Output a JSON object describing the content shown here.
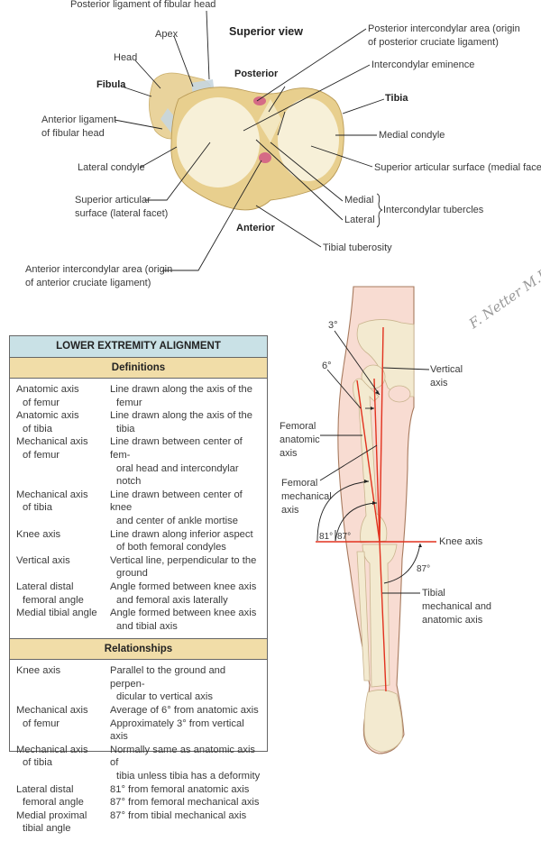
{
  "top_figure": {
    "title": "Superior view",
    "orientation": {
      "posterior": "Posterior",
      "anterior": "Anterior"
    },
    "labels": {
      "posterior_ligament_fibular_head": "Posterior ligament of fibular head",
      "apex": "Apex",
      "head": "Head",
      "fibula": "Fibula",
      "anterior_ligament_1": "Anterior ligament",
      "anterior_ligament_2": "of fibular head",
      "lateral_condyle": "Lateral condyle",
      "sup_art_lat_1": "Superior articular",
      "sup_art_lat_2": "surface (lateral facet)",
      "ant_ic_area_1": "Anterior intercondylar area (origin",
      "ant_ic_area_2": "of anterior cruciate ligament)",
      "post_ic_area_1": "Posterior intercondylar area (origin",
      "post_ic_area_2": "of posterior cruciate ligament)",
      "ic_eminence": "Intercondylar eminence",
      "tibia": "Tibia",
      "medial_condyle": "Medial condyle",
      "sup_art_med": "Superior articular surface (medial facet)",
      "medial": "Medial",
      "lateral": "Lateral",
      "ic_tubercles": "Intercondylar tubercles",
      "tibial_tuberosity": "Tibial tuberosity"
    }
  },
  "table": {
    "title": "LOWER EXTREMITY ALIGNMENT",
    "sections": [
      {
        "heading": "Definitions",
        "rows": [
          {
            "term": [
              "Anatomic axis",
              "of femur"
            ],
            "desc": [
              "Line drawn along the axis of the",
              "femur"
            ]
          },
          {
            "term": [
              "Anatomic axis",
              "of tibia"
            ],
            "desc": [
              "Line drawn along the axis of the",
              "tibia"
            ]
          },
          {
            "term": [
              "Mechanical axis",
              "of femur"
            ],
            "desc": [
              "Line drawn between center of fem-",
              "oral head and intercondylar notch"
            ]
          },
          {
            "term": [
              "Mechanical axis",
              "of tibia"
            ],
            "desc": [
              "Line drawn between center of knee",
              "and center of ankle mortise"
            ]
          },
          {
            "term": [
              "Knee axis",
              ""
            ],
            "desc": [
              "Line drawn along inferior aspect",
              "of both femoral condyles"
            ]
          },
          {
            "term": [
              "Vertical axis",
              ""
            ],
            "desc": [
              "Vertical line, perpendicular to the",
              "ground"
            ]
          },
          {
            "term": [
              "Lateral distal",
              "femoral angle"
            ],
            "desc": [
              "Angle formed between knee axis",
              "and femoral axis laterally"
            ]
          },
          {
            "term": [
              "Medial tibial angle",
              ""
            ],
            "desc": [
              "Angle formed between knee axis",
              "and tibial axis"
            ]
          }
        ]
      },
      {
        "heading": "Relationships",
        "rows": [
          {
            "term": [
              "Knee axis",
              ""
            ],
            "desc": [
              "Parallel to the ground and perpen-",
              "dicular to vertical axis"
            ]
          },
          {
            "term": [
              "Mechanical axis",
              "of femur"
            ],
            "desc": [
              "Average of 6° from anatomic axis",
              "Approximately 3° from vertical axis"
            ]
          },
          {
            "term": [
              "Mechanical axis",
              "of tibia"
            ],
            "desc": [
              "Normally same as anatomic axis of",
              "tibia unless tibia has a deformity"
            ]
          },
          {
            "term": [
              "Lateral distal",
              "femoral angle"
            ],
            "desc": [
              "81° from femoral anatomic axis",
              "87° from femoral mechanical axis"
            ]
          },
          {
            "term": [
              "Medial proximal",
              "tibial angle"
            ],
            "desc": [
              "87° from tibial mechanical axis",
              ""
            ]
          }
        ]
      }
    ]
  },
  "leg_figure": {
    "angle_3": "3°",
    "angle_6": "6°",
    "vertical_axis": [
      "Vertical",
      "axis"
    ],
    "femoral_anatomic_axis": [
      "Femoral",
      "anatomic",
      "axis"
    ],
    "femoral_mechanical_axis": [
      "Femoral",
      "mechanical",
      "axis"
    ],
    "angle_81": "81°",
    "angle_87_femoral": "87°",
    "knee_axis": "Knee axis",
    "angle_87_tibial": "87°",
    "tibial_axis": [
      "Tibial",
      "mechanical and",
      "anatomic axis"
    ],
    "signature": "F. Netter M.D."
  },
  "colors": {
    "axis_red": "#e2321f",
    "skin": "#f8dcd2",
    "bone": "#f3ead0",
    "header_blue": "#c9e1e6",
    "header_tan": "#f1dda8"
  }
}
